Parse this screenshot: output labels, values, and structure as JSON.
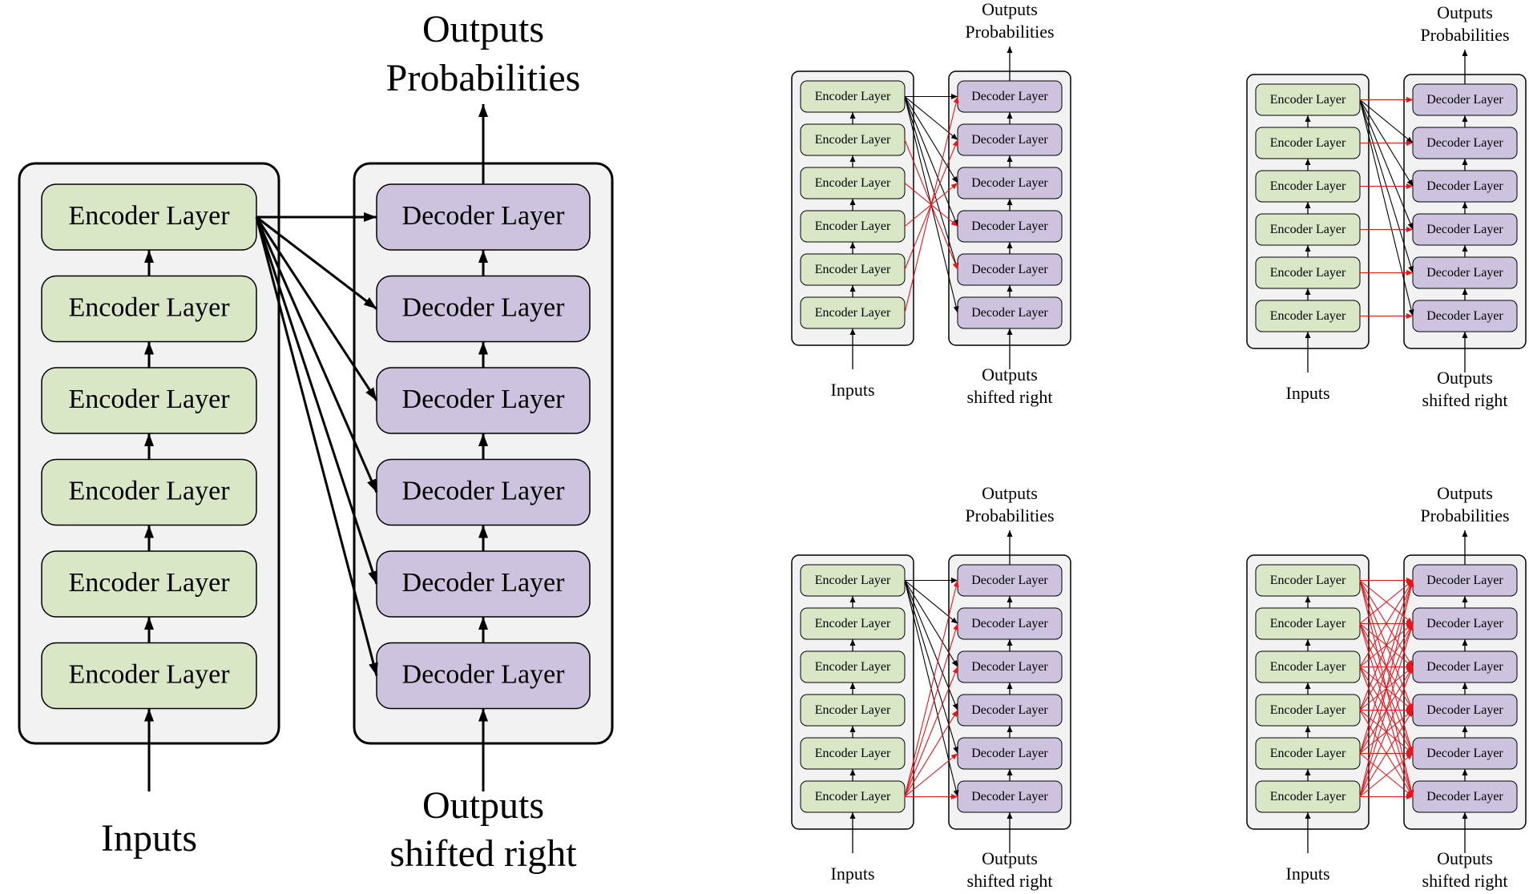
{
  "labels": {
    "encoder_layer": "Encoder Layer",
    "decoder_layer": "Decoder Layer",
    "inputs": "Inputs",
    "outputs_top_line1": "Outputs",
    "outputs_top_line2": "Probabilities",
    "outputs_bottom_line1": "Outputs",
    "outputs_bottom_line2": "shifted right"
  },
  "colors": {
    "encoder_fill": "#d9e7c7",
    "decoder_fill": "#cdc3df",
    "panel_fill": "#f2f2f2",
    "black_arrow": "#000000",
    "red_arrow": "#e8151b"
  },
  "diagrams": [
    {
      "id": "main",
      "layers": 6,
      "connections": [
        {
          "from": 1,
          "to": 1,
          "color": "black"
        },
        {
          "from": 1,
          "to": 2,
          "color": "black"
        },
        {
          "from": 1,
          "to": 3,
          "color": "black"
        },
        {
          "from": 1,
          "to": 4,
          "color": "black"
        },
        {
          "from": 1,
          "to": 5,
          "color": "black"
        },
        {
          "from": 1,
          "to": 6,
          "color": "black"
        }
      ]
    },
    {
      "id": "variant-top-middle",
      "layers": 6,
      "connections": [
        {
          "from": 1,
          "to": 1,
          "color": "black"
        },
        {
          "from": 1,
          "to": 2,
          "color": "black"
        },
        {
          "from": 1,
          "to": 3,
          "color": "black"
        },
        {
          "from": 1,
          "to": 4,
          "color": "black"
        },
        {
          "from": 1,
          "to": 5,
          "color": "black"
        },
        {
          "from": 1,
          "to": 6,
          "color": "black"
        },
        {
          "from": 2,
          "to": 5,
          "color": "red"
        },
        {
          "from": 3,
          "to": 4,
          "color": "red"
        },
        {
          "from": 4,
          "to": 3,
          "color": "red"
        },
        {
          "from": 5,
          "to": 2,
          "color": "red"
        },
        {
          "from": 6,
          "to": 1,
          "color": "red"
        }
      ]
    },
    {
      "id": "variant-top-right",
      "layers": 6,
      "connections": [
        {
          "from": 1,
          "to": 1,
          "color": "black"
        },
        {
          "from": 1,
          "to": 2,
          "color": "black"
        },
        {
          "from": 1,
          "to": 3,
          "color": "black"
        },
        {
          "from": 1,
          "to": 4,
          "color": "black"
        },
        {
          "from": 1,
          "to": 5,
          "color": "black"
        },
        {
          "from": 1,
          "to": 6,
          "color": "black"
        },
        {
          "from": 1,
          "to": 1,
          "color": "red"
        },
        {
          "from": 2,
          "to": 2,
          "color": "red"
        },
        {
          "from": 3,
          "to": 3,
          "color": "red"
        },
        {
          "from": 4,
          "to": 4,
          "color": "red"
        },
        {
          "from": 5,
          "to": 5,
          "color": "red"
        },
        {
          "from": 6,
          "to": 6,
          "color": "red"
        }
      ]
    },
    {
      "id": "variant-bottom-middle",
      "layers": 6,
      "connections": [
        {
          "from": 1,
          "to": 1,
          "color": "black"
        },
        {
          "from": 1,
          "to": 2,
          "color": "black"
        },
        {
          "from": 1,
          "to": 3,
          "color": "black"
        },
        {
          "from": 1,
          "to": 4,
          "color": "black"
        },
        {
          "from": 1,
          "to": 5,
          "color": "black"
        },
        {
          "from": 1,
          "to": 6,
          "color": "black"
        },
        {
          "from": 6,
          "to": 1,
          "color": "red"
        },
        {
          "from": 6,
          "to": 2,
          "color": "red"
        },
        {
          "from": 6,
          "to": 3,
          "color": "red"
        },
        {
          "from": 6,
          "to": 4,
          "color": "red"
        },
        {
          "from": 6,
          "to": 5,
          "color": "red"
        },
        {
          "from": 6,
          "to": 6,
          "color": "red"
        }
      ]
    },
    {
      "id": "variant-bottom-right",
      "layers": 6,
      "connections": "all-to-all-red"
    }
  ]
}
